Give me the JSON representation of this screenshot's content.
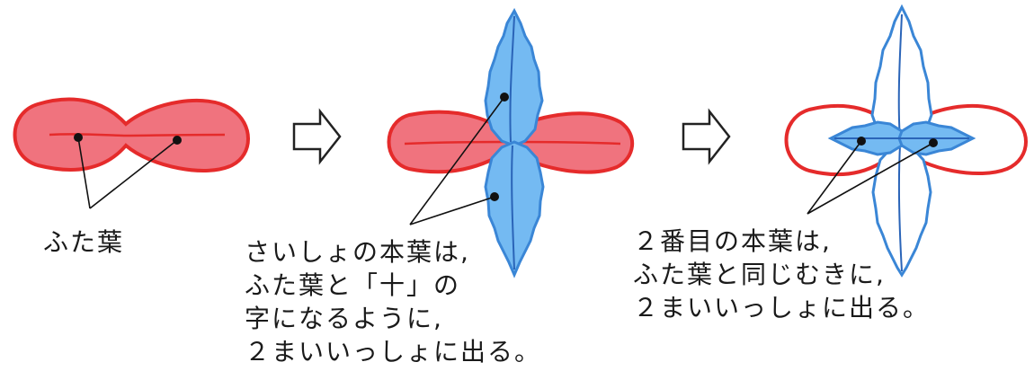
{
  "colors": {
    "cotyledon_fill": "#f0737e",
    "cotyledon_outline": "#e52b2b",
    "leaf_fill": "#74baf2",
    "leaf_outline": "#3a86d6",
    "leaf_vein": "#2a64b8",
    "pointer_line": "#111111"
  },
  "icons": [
    "outline-arrow-right",
    "outline-arrow-right"
  ],
  "stages": [
    {
      "name": "cotyledons",
      "caption_lines": [
        "ふた葉"
      ]
    },
    {
      "name": "first-true-leaves",
      "caption_lines": [
        "さいしょの本葉は,",
        "ふた葉と「十」の",
        "字になるように,",
        "２まいいっしょに出る。"
      ]
    },
    {
      "name": "second-true-leaves",
      "caption_lines": [
        "２番目の本葉は,",
        "ふた葉と同じむきに,",
        "２まいいっしょに出る。"
      ]
    }
  ]
}
